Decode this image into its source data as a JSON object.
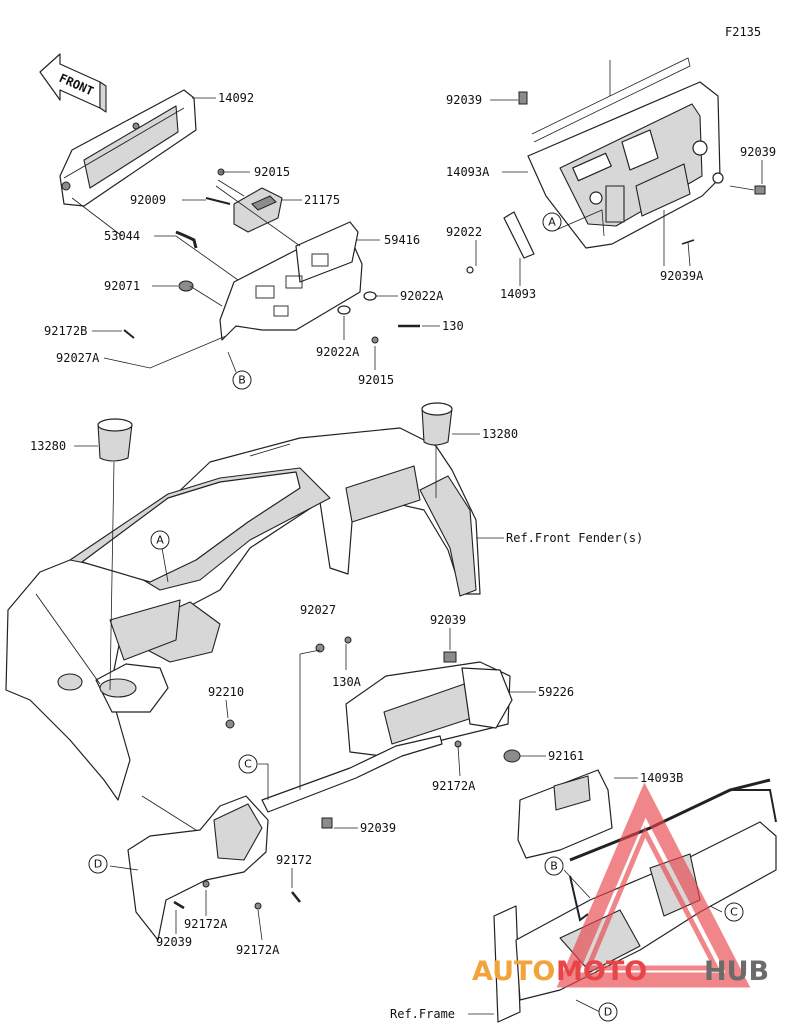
{
  "figure_code": "F2135",
  "front_label": "FRONT",
  "watermark": {
    "left": "AUTO",
    "middle": "MOTO",
    "right": "HUB",
    "orange": "#f2a33a",
    "red": "#e8454a",
    "grey": "#6b6b6b"
  },
  "refs": {
    "front_fender": "Ref.Front Fender(s)",
    "frame": "Ref.Frame"
  },
  "callouts": [
    "A",
    "B",
    "C",
    "D"
  ],
  "parts": {
    "p14092": "14092",
    "p53044": "53044",
    "p92015a": "92015",
    "p92009": "92009",
    "p21175": "21175",
    "p59416": "59416",
    "p92071": "92071",
    "p92022a1": "92022A",
    "p130": "130",
    "p92172b": "92172B",
    "p92027a": "92027A",
    "p92022a2": "92022A",
    "p92015b": "92015",
    "p92039a": "92039",
    "p92039b": "92039",
    "p14093a": "14093A",
    "p92022": "92022",
    "p14093": "14093",
    "p92039a_suffix": "92039A",
    "p13280a": "13280",
    "p13280b": "13280",
    "p92027": "92027",
    "p92039c": "92039",
    "p130a": "130A",
    "p59226": "59226",
    "p92210": "92210",
    "p92161": "92161",
    "p92172a1": "92172A",
    "p14093b": "14093B",
    "p92039d": "92039",
    "p92172": "92172",
    "p92172a2": "92172A",
    "p92039e": "92039",
    "p92172a3": "92172A"
  }
}
